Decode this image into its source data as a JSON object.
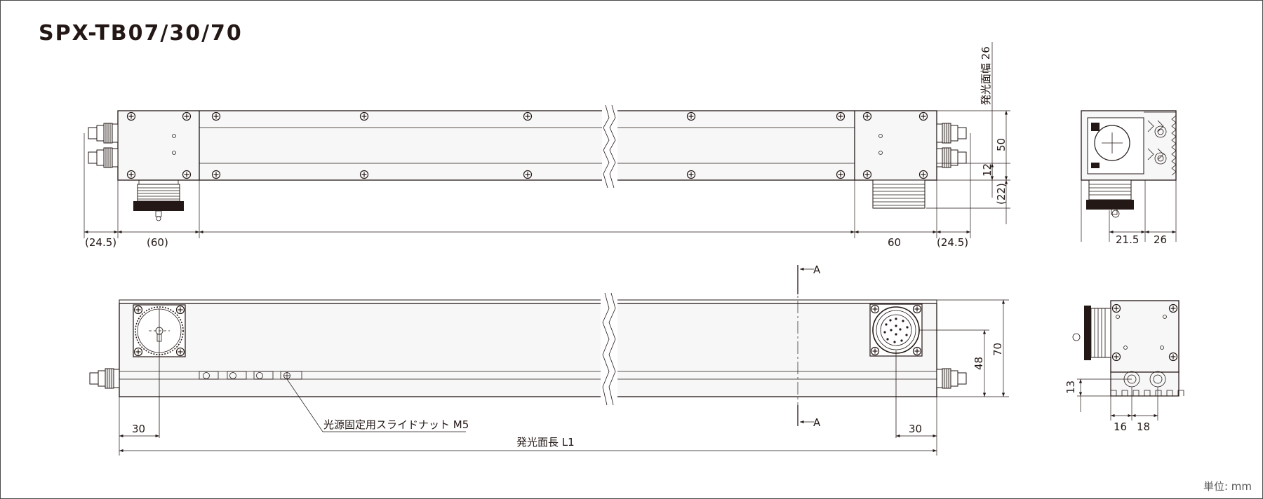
{
  "title": "SPX-TB07/30/70",
  "unit": "単位: mm",
  "dimensions": {
    "top_left_offset": "(24.5)",
    "top_left_block": "(60)",
    "top_right_block": "60",
    "top_right_offset": "(24.5)",
    "emit_width": "発光面幅 26",
    "height_50": "50",
    "height_12": "12",
    "height_22": "(22)",
    "side_21_5": "21.5",
    "side_26": "26",
    "front_left_30": "30",
    "front_right_30": "30",
    "front_48": "48",
    "front_70": "70",
    "emit_length": "発光面長 L1",
    "section_a_top": "A",
    "section_a_bottom": "A",
    "end_13": "13",
    "end_16": "16",
    "end_18": "18"
  },
  "annotations": {
    "slide_nut": "光源固定用スライドナット M5"
  }
}
